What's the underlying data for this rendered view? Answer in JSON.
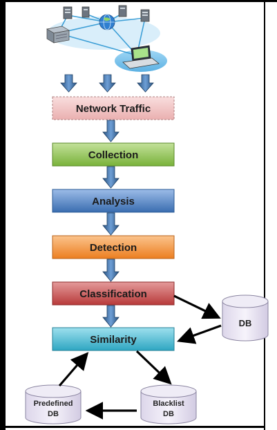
{
  "diagram": {
    "steps": [
      {
        "label": "Network Traffic",
        "color": "#f3c4c4"
      },
      {
        "label": "Collection",
        "color": "#8ec24c"
      },
      {
        "label": "Analysis",
        "color": "#4a7fc0"
      },
      {
        "label": "Detection",
        "color": "#f08a30"
      },
      {
        "label": "Classification",
        "color": "#c84a4a"
      },
      {
        "label": "Similarity",
        "color": "#3cb4cc"
      }
    ],
    "databases": {
      "db": "DB",
      "predefined_line1": "Predefined",
      "predefined_line2": "DB",
      "blacklist_line1": "Blacklist",
      "blacklist_line2": "DB"
    },
    "icons": [
      "server-icon",
      "globe-icon",
      "laptop-icon",
      "network-cloud-icon"
    ]
  }
}
